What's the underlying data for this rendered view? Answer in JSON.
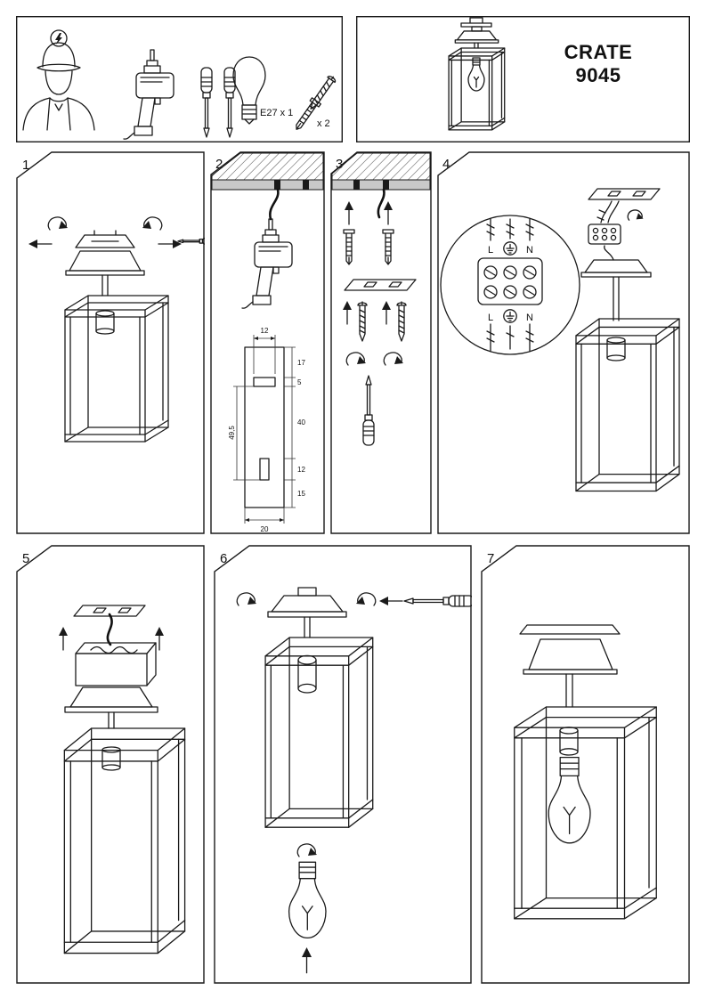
{
  "colors": {
    "line": "#1a1a1a",
    "ceiling_fill": "#c9c9c9",
    "background": "#ffffff"
  },
  "product": {
    "brand": "CRATE",
    "model": "9045"
  },
  "legend": {
    "bulb_label": "E27 x 1",
    "anchor_label": "x 2"
  },
  "steps": [
    "1",
    "2",
    "3",
    "4",
    "5",
    "6",
    "7"
  ],
  "dimensions": {
    "slot_width": "12",
    "top_offset": "17",
    "slot_height": "5",
    "slot_spacing": "40",
    "slot2_height": "12",
    "bottom_offset": "15",
    "length": "49,5",
    "plate_width": "20"
  },
  "wiring": {
    "live": "L",
    "neutral": "N"
  },
  "icons": {
    "electrician": "person-with-hard-hat",
    "drill": "power-drill",
    "screwdrivers": "flat-and-phillips",
    "bulb": "e27-light-bulb",
    "wall_plug": "anchor-with-screw",
    "earth": "ground-symbol"
  }
}
